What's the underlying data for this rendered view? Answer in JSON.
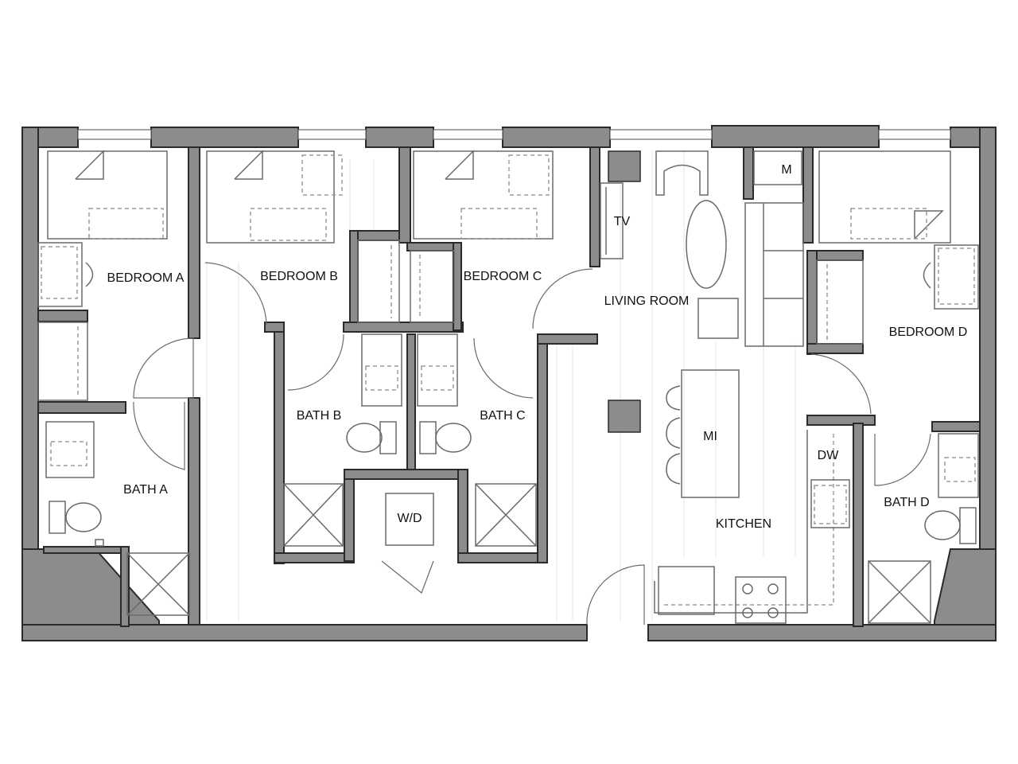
{
  "rooms": {
    "bedroom_a": "BEDROOM A",
    "bedroom_b": "BEDROOM B",
    "bedroom_c": "BEDROOM C",
    "bedroom_d": "BEDROOM D",
    "bath_a": "BATH A",
    "bath_b": "BATH B",
    "bath_c": "BATH C",
    "bath_d": "BATH D",
    "living_room": "LIVING ROOM",
    "kitchen": "KITCHEN"
  },
  "fixtures": {
    "tv": "TV",
    "mechanical": "M",
    "washer_dryer": "W/D",
    "dishwasher": "DW",
    "island": "MI"
  },
  "colors": {
    "wall_fill": "#8c8c8c",
    "wall_outline": "#2a2a2a",
    "furniture": "#6a6a6a",
    "background": "#ffffff"
  }
}
